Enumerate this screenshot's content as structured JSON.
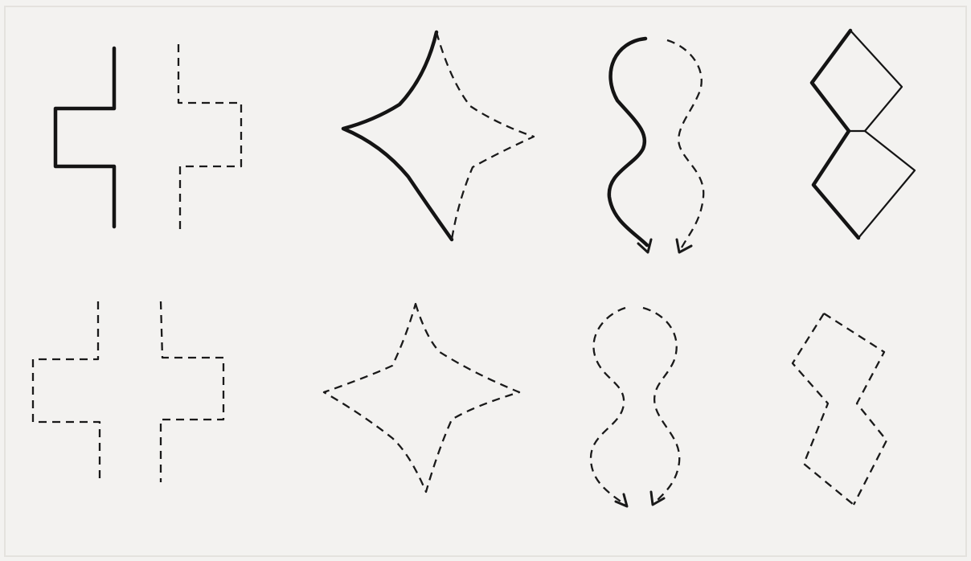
{
  "figure": {
    "background": "#f3f2f0",
    "ink": "#141414",
    "rows": [
      {
        "name": "top-row",
        "style": "solid and dashed halves",
        "shapes": [
          "step-notch-pair",
          "four-point-star",
          "figure-eight-arrows",
          "double-diamond"
        ]
      },
      {
        "name": "bottom-row",
        "style": "all dashed",
        "shapes": [
          "step-notch-pair",
          "four-point-star",
          "figure-eight-arrows",
          "double-diamond"
        ]
      }
    ]
  }
}
